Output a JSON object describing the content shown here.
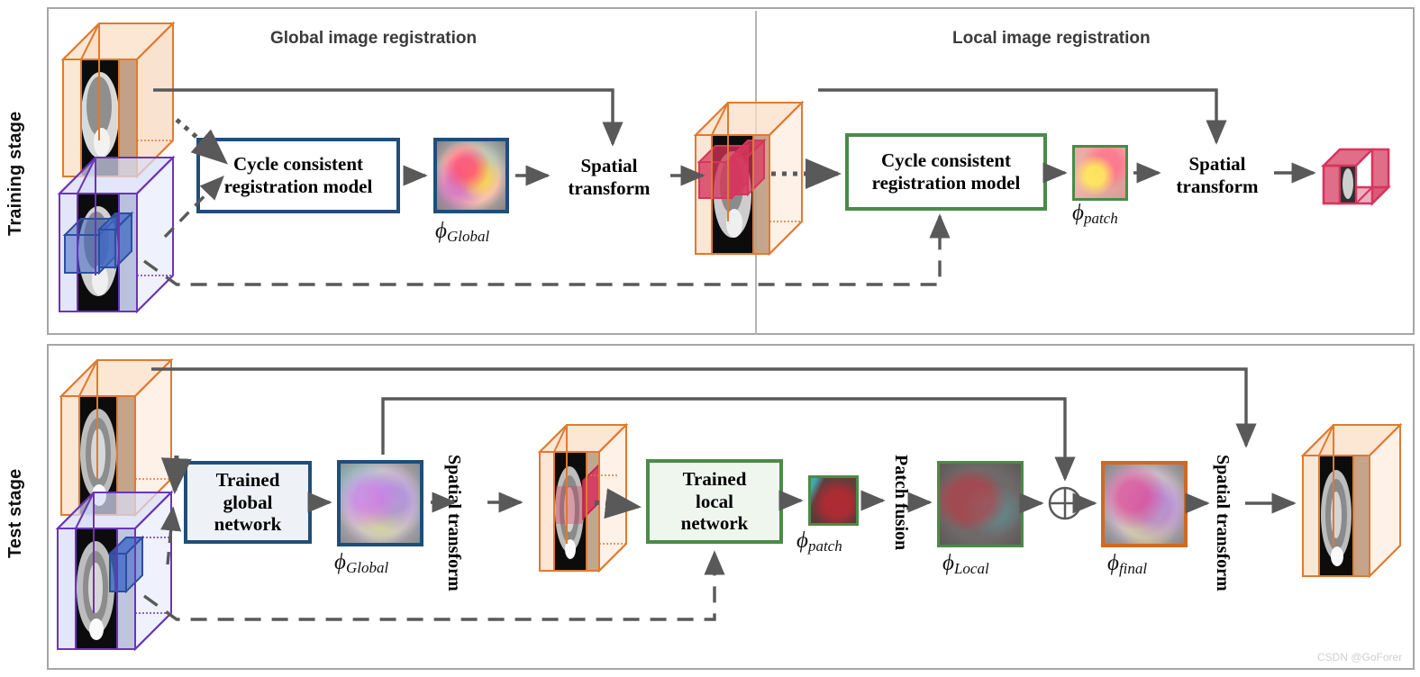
{
  "figure": {
    "watermark": "CSDN @GoForer"
  },
  "stages": {
    "training_label": "Training stage",
    "test_label": "Test stage"
  },
  "columns": {
    "global_title": "Global image registration",
    "local_title": "Local image registration"
  },
  "training": {
    "cycle_global_line1": "Cycle consistent",
    "cycle_global_line2": "registration model",
    "phi_global_symbol": "ϕ",
    "phi_global_sub": "Global",
    "spatial_transform_1_line1": "Spatial",
    "spatial_transform_1_line2": "transform",
    "cycle_local_line1": "Cycle consistent",
    "cycle_local_line2": "registration model",
    "phi_patch_symbol": "ϕ",
    "phi_patch_sub": "patch",
    "spatial_transform_2_line1": "Spatial",
    "spatial_transform_2_line2": "transform"
  },
  "test": {
    "trained_global_line1": "Trained",
    "trained_global_line2": "global",
    "trained_global_line3": "network",
    "phi_global_symbol": "ϕ",
    "phi_global_sub": "Global",
    "spatial_transform_1": "Spatial transform",
    "trained_local_line1": "Trained",
    "trained_local_line2": "local",
    "trained_local_line3": "network",
    "phi_patch_symbol": "ϕ",
    "phi_patch_sub": "patch",
    "patch_fusion": "Patch fusion",
    "phi_local_symbol": "ϕ",
    "phi_local_sub": "Local",
    "sum_operator": "⊕",
    "phi_final_symbol": "ϕ",
    "phi_final_sub": "final",
    "spatial_transform_2": "Spatial transform"
  },
  "colors": {
    "moving_volume_border": "#e07a2f",
    "moving_volume_fill": "#fbddc6",
    "fixed_volume_border": "#6a35b8",
    "fixed_volume_fill": "#d8ddf7",
    "patch_red": "#d6365c",
    "patch_blue": "#2b4fa0",
    "global_box_border": "#1f4e79",
    "local_box_border": "#4a8b47",
    "final_box_border": "#d2691e",
    "arrow_gray": "#595959",
    "panel_border": "#a6a6a6"
  }
}
